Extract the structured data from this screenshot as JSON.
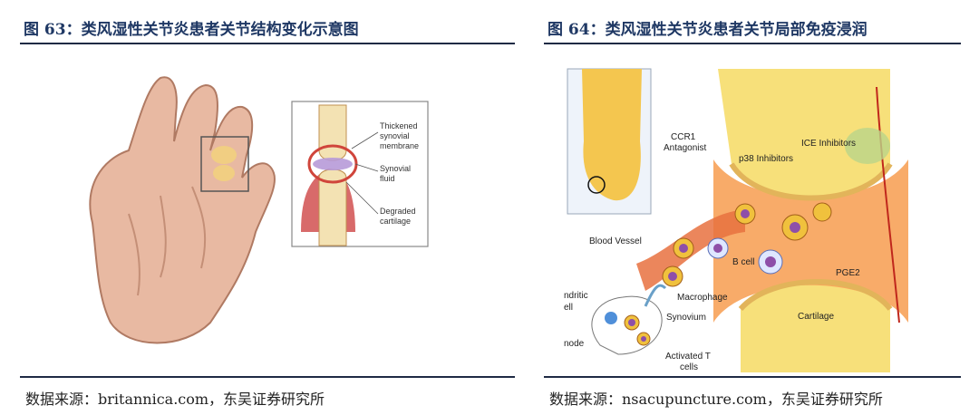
{
  "left": {
    "title": "图 63：类风湿性关节炎患者关节结构变化示意图",
    "source": "数据来源：britannica.com，东吴证券研究所",
    "labels": {
      "thickened": "Thickened",
      "synovial_membrane_1": "synovial",
      "synovial_membrane_2": "membrane",
      "synovial_fluid_1": "Synovial",
      "synovial_fluid_2": "fluid",
      "degraded_1": "Degraded",
      "degraded_2": "cartilage"
    }
  },
  "right": {
    "title": "图 64：类风湿性关节炎患者关节局部免疫浸润",
    "source": "数据来源：nsacupuncture.com，东吴证券研究所",
    "labels": {
      "ccr1_1": "CCR1",
      "ccr1_2": "Antagonist",
      "p38": "p38 Inhibitors",
      "ice": "ICE Inhibitors",
      "blood_vessel": "Blood Vessel",
      "b_cell": "B cell",
      "pge2": "PGE2",
      "macrophage": "Macrophage",
      "synovium": "Synovium",
      "cartilage": "Cartilage",
      "dendritic_1": "ndritic",
      "dendritic_2": "ell",
      "node": "node",
      "activated_1": "Activated T",
      "activated_2": "cells"
    }
  },
  "colors": {
    "title": "#1f3864",
    "rule": "#1f2a44",
    "skin": "#e9b9a0",
    "bone": "#f6dc74",
    "cartilage": "#e7c46a",
    "synovium": "#f08c4a",
    "cell": "#8e4fa8"
  }
}
